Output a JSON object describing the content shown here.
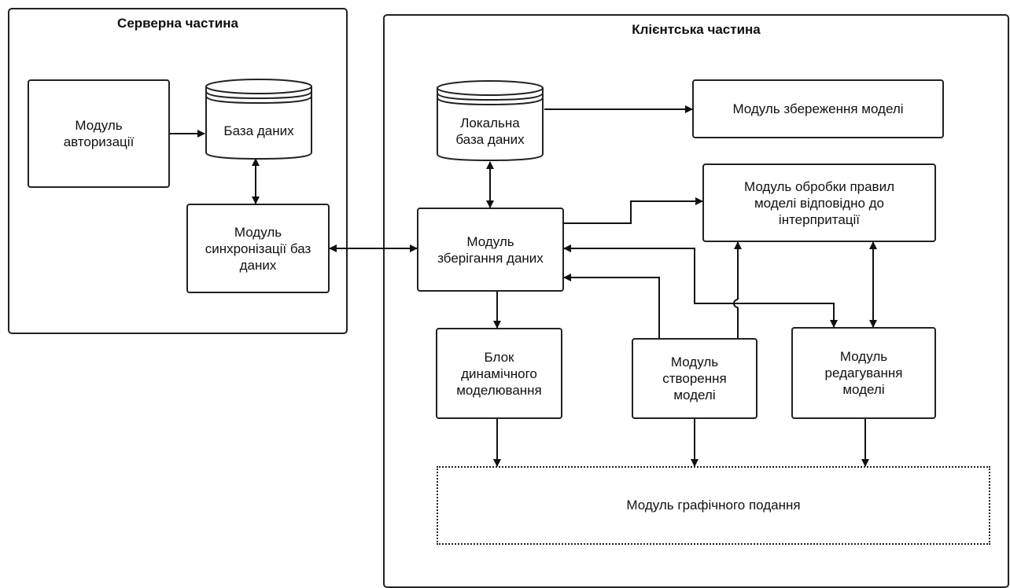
{
  "server": {
    "title": "Серверна частина",
    "auth_module": "Модуль\nавторизації",
    "database": "База даних",
    "sync_module": "Модуль\nсинхронізації баз\nданих"
  },
  "client": {
    "title": "Клієнтська частина",
    "local_db": "Локальна\nбаза даних",
    "save_module": "Модуль збереження моделі",
    "rules_module": "Модуль обробки правил\nмоделі відповідно до\nінтерпритації",
    "storage_module": "Модуль\nзберігання даних",
    "dynamic_block": "Блок\nдинамічного\nмоделювання",
    "create_module": "Модуль\nстворення\nмоделі",
    "edit_module": "Модуль\nредагування\nмоделі",
    "graphics_module": "Модуль графічного подання"
  }
}
